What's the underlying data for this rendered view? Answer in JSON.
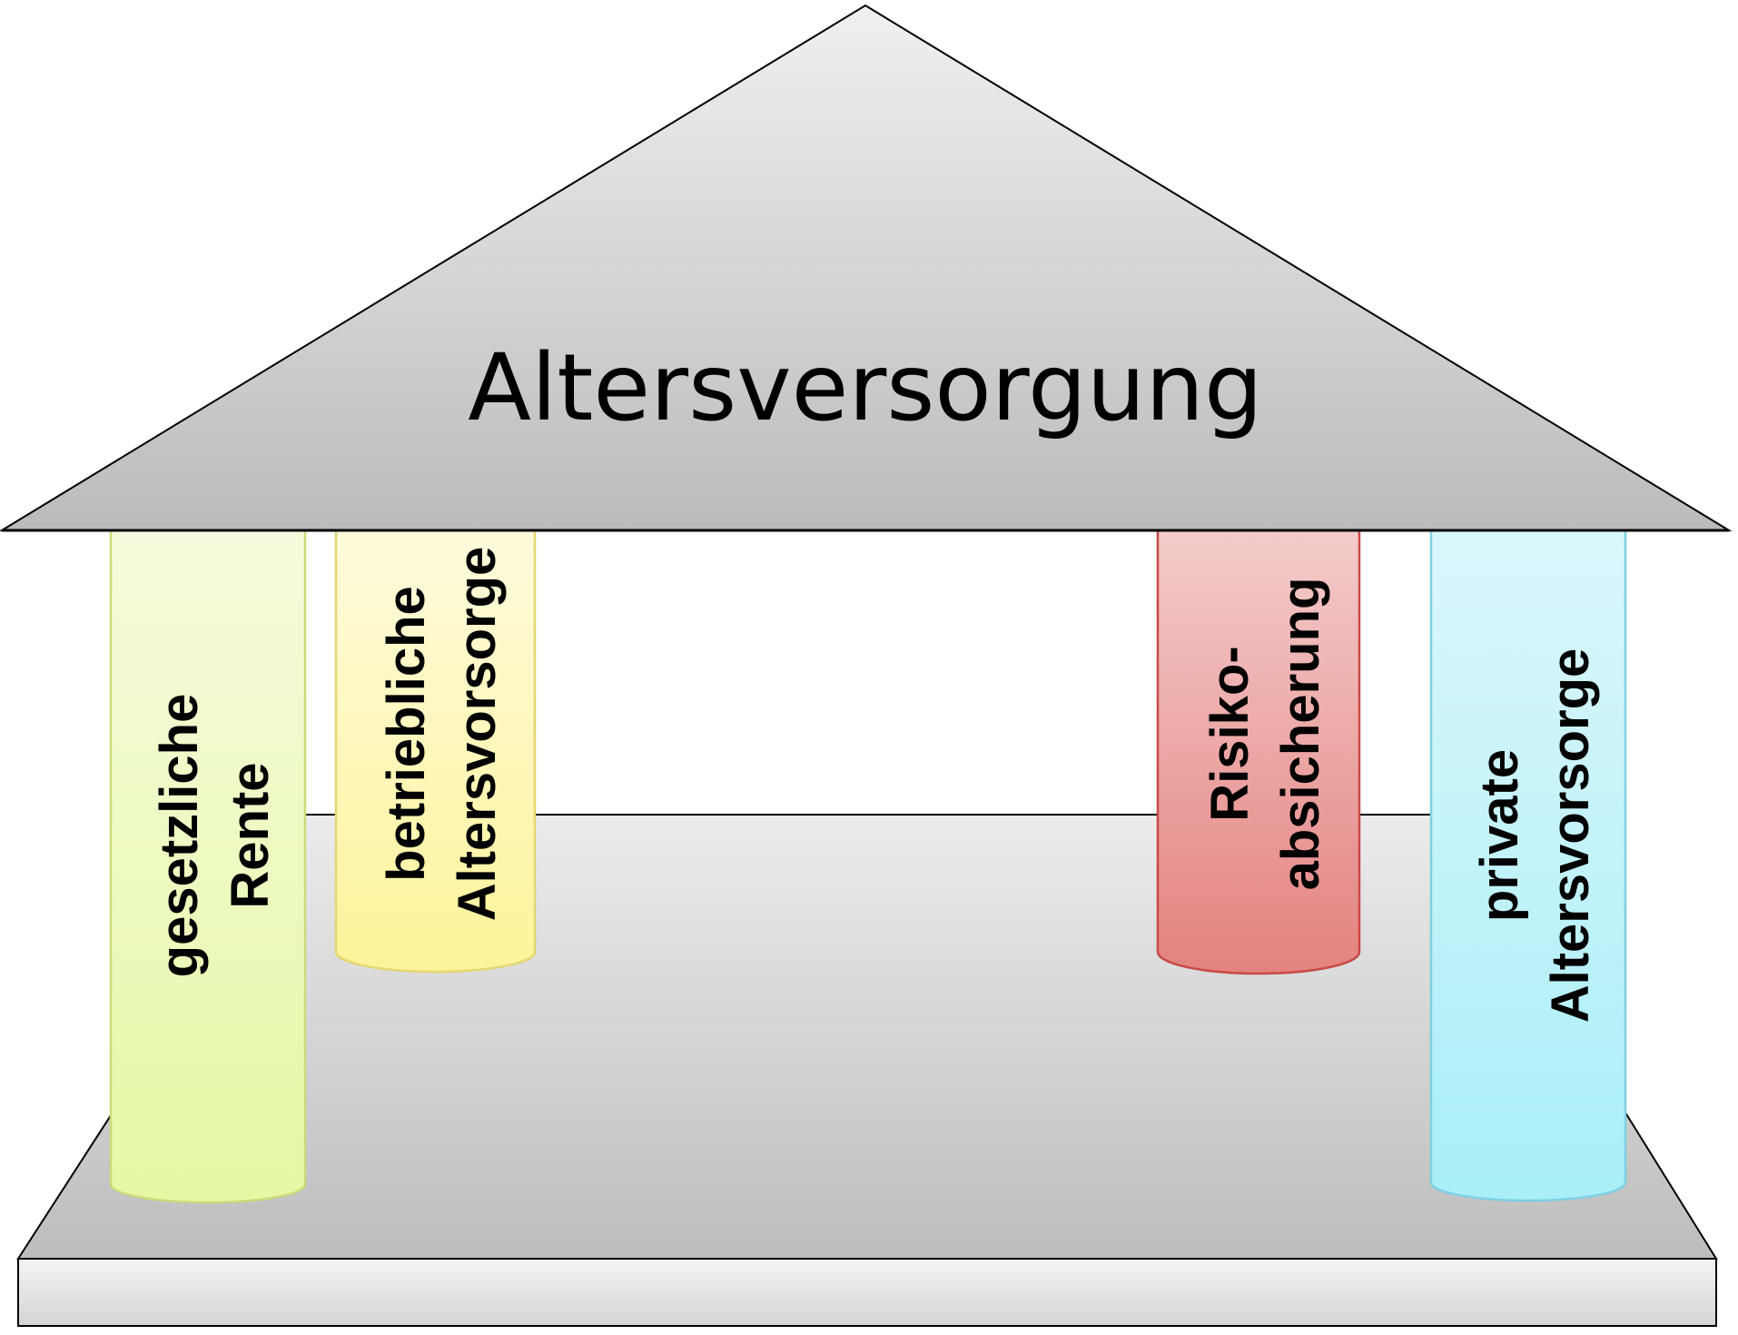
{
  "roof": {
    "title": "Altersversorgung"
  },
  "pillars": [
    {
      "id": "gesetzliche-rente",
      "lines": [
        "gesetzliche",
        "Rente"
      ],
      "color_top": "#f4fbdd",
      "color_bottom": "#e6f8a4",
      "stroke": "#c8dc7a"
    },
    {
      "id": "betriebliche-altersvorsorge",
      "lines": [
        "betriebliche",
        "Altersvorsorge"
      ],
      "color_top": "#fefbdc",
      "color_bottom": "#fdf39a",
      "stroke": "#e4d670"
    },
    {
      "id": "risikoabsicherung",
      "lines": [
        "Risiko-",
        "absicherung"
      ],
      "color_top": "#f3cccb",
      "color_bottom": "#e4827f",
      "stroke": "#c84a46"
    },
    {
      "id": "private-altersvorsorge",
      "lines": [
        "private",
        "Altersvorsorge"
      ],
      "color_top": "#dbf7fb",
      "color_bottom": "#a9eef8",
      "stroke": "#7fcfe3"
    }
  ],
  "colors": {
    "stone_light": "#ececec",
    "stone_dark": "#bdbdbd",
    "outline": "#000000"
  }
}
